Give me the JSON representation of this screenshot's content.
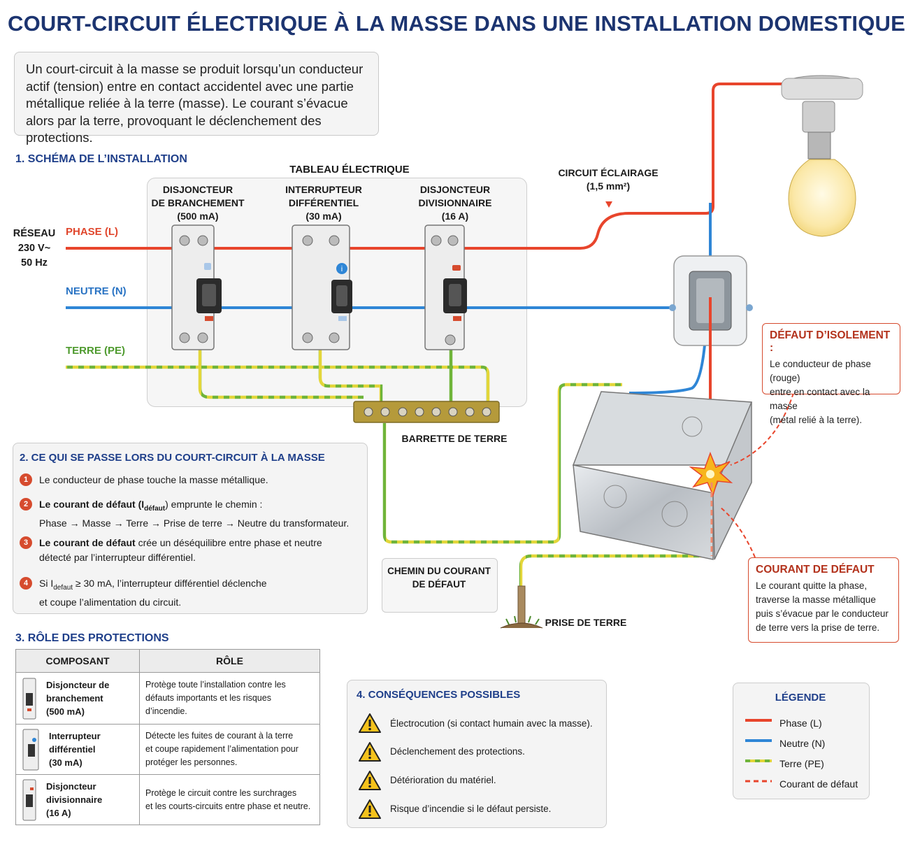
{
  "title": "COURT-CIRCUIT ÉLECTRIQUE À LA MASSE DANS UNE INSTALLATION DOMESTIQUE",
  "intro": "Un court-circuit à la masse se produit lorsqu’un conducteur actif (tension) entre en contact accidentel avec une partie métallique reliée à la terre (masse). Le courant s’évacue alors par la terre, provoquant le déclenchement des protections.",
  "section1": {
    "heading": "1. SCHÉMA DE L’INSTALLATION",
    "panel_title": "TABLEAU ÉLECTRIQUE",
    "devices": [
      {
        "line1": "DISJONCTEUR",
        "line2": "DE BRANCHEMENT",
        "line3": "(500 mA)"
      },
      {
        "line1": "INTERRUPTEUR",
        "line2": "DIFFÉRENTIEL",
        "line3": "(30 mA)"
      },
      {
        "line1": "DISJONCTEUR",
        "line2": "DIVISIONNAIRE",
        "line3": "(16 A)"
      }
    ],
    "network": {
      "line1": "RÉSEAU",
      "line2": "230 V~",
      "line3": "50 Hz"
    },
    "phase_label": "PHASE (L)",
    "neutre_label": "NEUTRE (N)",
    "terre_label": "TERRE (PE)",
    "circuit_label": "CIRCUIT ÉCLAIRAGE",
    "circuit_section": "(1,5 mm²)",
    "barrette_label": "BARRETTE DE TERRE",
    "prise_label": "PRISE DE TERRE",
    "chemin": {
      "line1": "CHEMIN DU COURANT",
      "line2": "DE DÉFAUT"
    },
    "defaut_isolement": {
      "heading": "DÉFAUT D’ISOLEMENT :",
      "lines": [
        "Le conducteur de phase (rouge)",
        "entre en contact avec la masse",
        "(métal relié à la terre)."
      ]
    },
    "courant_defaut": {
      "heading": "COURANT DE DÉFAUT",
      "lines": [
        "Le courant quitte la phase,",
        "traverse la masse métallique",
        "puis s’évacue par le conducteur",
        "de terre vers la prise de terre."
      ]
    }
  },
  "section2": {
    "heading": "2. CE QUI SE PASSE LORS DU COURT-CIRCUIT À LA MASSE",
    "steps": [
      {
        "num": "1",
        "text": "Le conducteur de phase touche la masse métallique."
      },
      {
        "num": "2",
        "bold": "Le courant de défaut (I",
        "sub": "défaut",
        "after": ") emprunte le chemin :",
        "line2": "Phase → Masse → Terre → Prise de terre → Neutre du transformateur."
      },
      {
        "num": "3",
        "bold": "Le courant de défaut",
        "after": " crée un déséquilibre entre phase et neutre",
        "line2": "détecté par l’interrupteur différentiel."
      },
      {
        "num": "4",
        "pre": "Si I",
        "sub": "defaut",
        "after": " ≥ 30 mA, l’interrupteur différentiel déclenche",
        "line2": "et coupe l’alimentation du circuit."
      }
    ]
  },
  "section3": {
    "heading": "3. RÔLE DES PROTECTIONS",
    "col_headers": [
      "COMPOSANT",
      "RÔLE"
    ],
    "rows": [
      {
        "name_lines": [
          "Disjoncteur de",
          "branchement",
          "(500 mA)"
        ],
        "role_lines": [
          "Protège toute l’installation contre les",
          "défauts importants et les risques d’incendie."
        ]
      },
      {
        "name_lines": [
          "Interrupteur",
          "différentiel",
          "(30 mA)"
        ],
        "role_lines": [
          "Détecte les fuites de courant à la terre",
          "et coupe rapidement l’alimentation pour",
          "protéger les personnes."
        ]
      },
      {
        "name_lines": [
          "Disjoncteur",
          "divisionnaire",
          "(16 A)"
        ],
        "role_lines": [
          "Protège le circuit contre les surchrages",
          "et les courts-circuits entre phase et neutre."
        ]
      }
    ]
  },
  "section4": {
    "heading": "4. CONSÉQUENCES POSSIBLES",
    "items": [
      "Électrocution (si contact humain avec la masse).",
      "Déclenchement des protections.",
      "Détérioration du matériel.",
      "Risque d’incendie si le défaut persiste."
    ]
  },
  "legend": {
    "heading": "LÉGENDE",
    "items": [
      {
        "label": "Phase (L)",
        "style": "phase"
      },
      {
        "label": "Neutre (N)",
        "style": "neutre"
      },
      {
        "label": "Terre (PE)",
        "style": "terre"
      },
      {
        "label": "Courant de défaut",
        "style": "defaut"
      }
    ]
  },
  "colors": {
    "phase": "#e8452c",
    "neutre": "#2f86d6",
    "terre_green": "#6fb43a",
    "terre_yellow": "#e3d63a",
    "defaut": "#e8452c",
    "title": "#1c3470",
    "accent_red": "#b3321c"
  },
  "icons": [
    "lamp-icon",
    "junction-box-icon",
    "metal-box-icon",
    "spark-icon",
    "ground-rod-icon",
    "warning-icon",
    "breaker-icon",
    "rcd-icon"
  ]
}
